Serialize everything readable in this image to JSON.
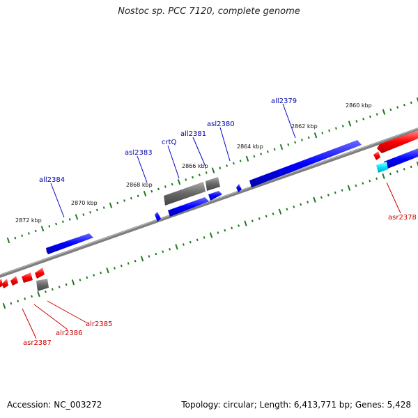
{
  "title": "Nostoc sp. PCC 7120, complete genome",
  "accession": "Accession: NC_003272",
  "stats": "Topology: circular; Length: 6,413,771 bp; Genes: 5,428",
  "colors": {
    "forward": "#ff0000",
    "reverse": "#0000ff",
    "grey": "#666666",
    "highlight": "#00e5ff",
    "tick": "#1f7a1f",
    "backbone": "#7f7f7f",
    "label_forward": "#cc0000",
    "label_reverse": "#0000aa"
  },
  "scale_labels": [
    "2872 kbp",
    "2870 kbp",
    "2868 kbp",
    "2866 kbp",
    "2864 kbp",
    "2862 kbp",
    "2860 kbp"
  ],
  "gene_labels_upper": [
    "all2384",
    "asl2383",
    "crtQ",
    "all2381",
    "asl2380",
    "all2379"
  ],
  "gene_labels_lower": [
    "asr2387",
    "alr2386",
    "alr2385",
    "asr2378"
  ]
}
